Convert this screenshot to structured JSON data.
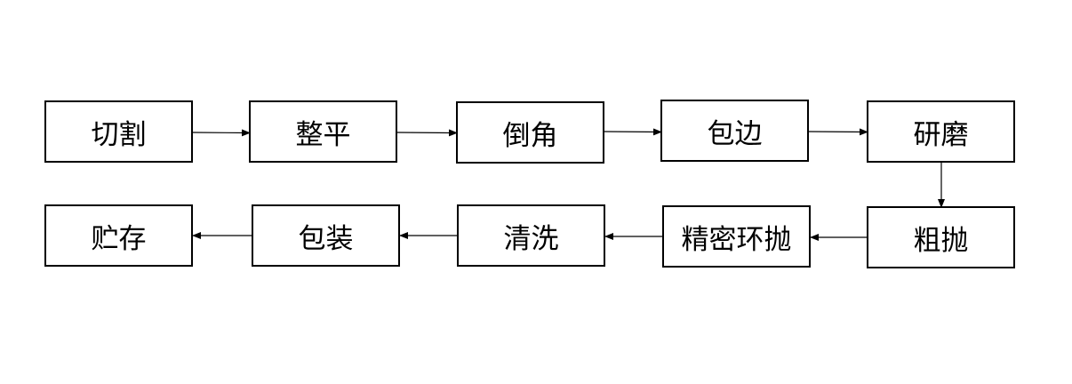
{
  "steps": {
    "cutting": "切割",
    "leveling": "整平",
    "chamfering": "倒角",
    "edge_wrapping": "包边",
    "grinding": "研磨",
    "rough_polishing": "粗抛",
    "precision_ring_polishing": "精密环抛",
    "cleaning": "清洗",
    "packaging": "包装",
    "storage": "贮存"
  },
  "colors": {
    "stroke": "#000000",
    "background": "#ffffff"
  }
}
